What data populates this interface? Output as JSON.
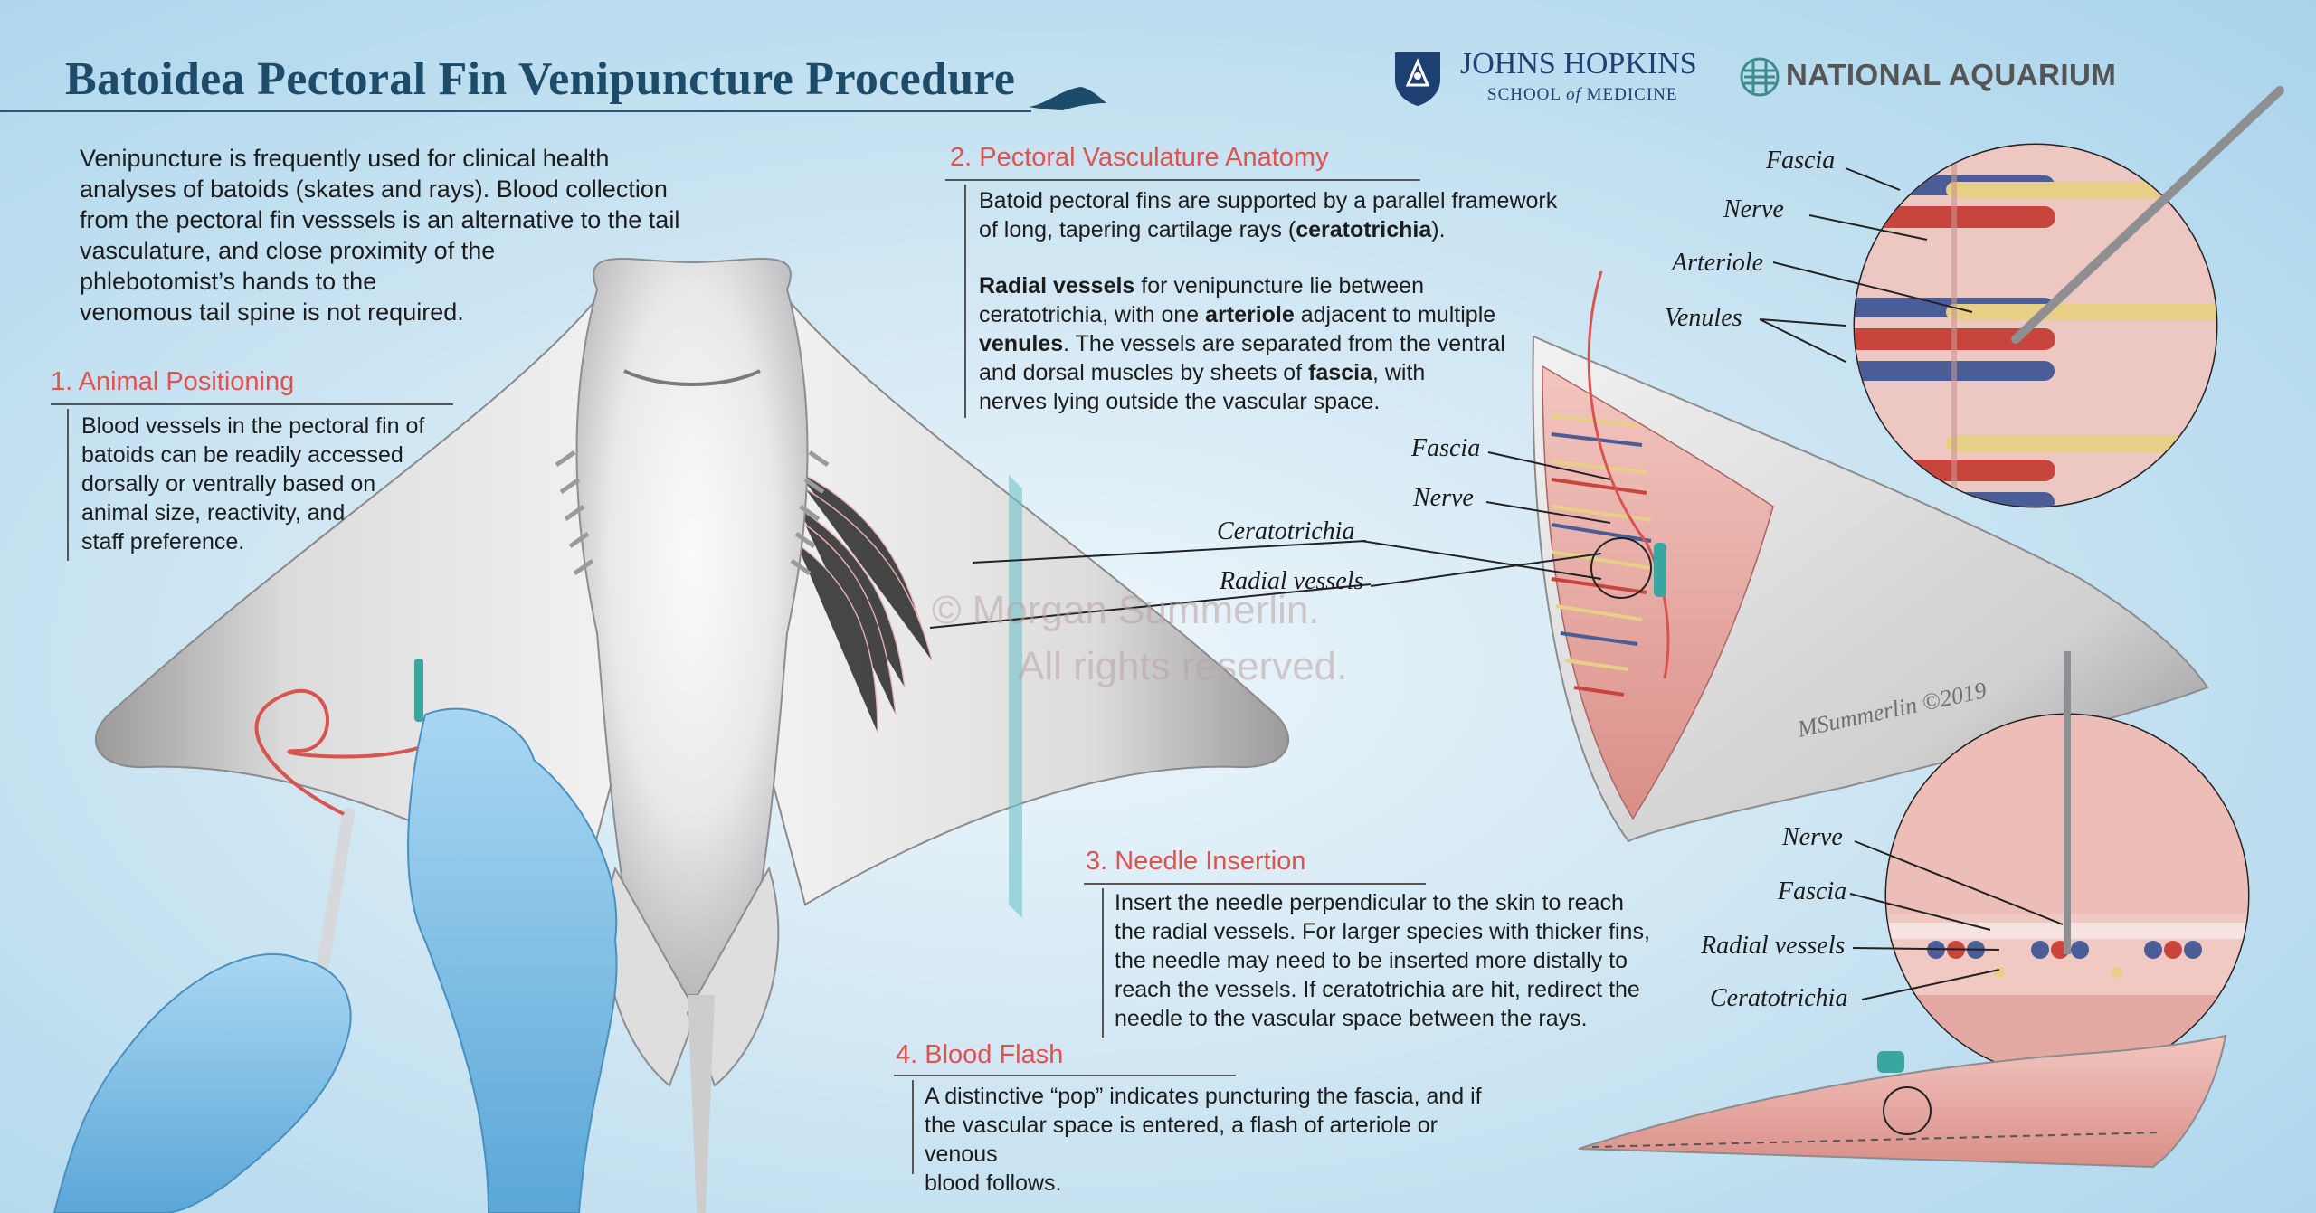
{
  "header": {
    "title": "Batoidea Pectoral Fin Venipuncture Procedure",
    "logo_jh_line1": "JOHNS HOPKINS",
    "logo_jh_line2_a": "SCHOOL",
    "logo_jh_line2_b": "of",
    "logo_jh_line2_c": "MEDICINE",
    "logo_na": "NATIONAL AQUARIUM"
  },
  "intro": {
    "lines": [
      "Venipuncture is frequently used for clinical health",
      "analyses of batoids (skates and rays). Blood collection",
      "from the pectoral fin vesssels is an alternative to the tail",
      "vasculature, and close proximity of the",
      "phlebotomist’s hands to the",
      "venomous tail spine is not required."
    ]
  },
  "sections": {
    "s1": {
      "heading": "1. Animal Positioning",
      "lines": [
        "Blood vessels in the pectoral fin of",
        "batoids can be readily accessed",
        "dorsally or ventrally based on",
        "animal size, reactivity, and",
        "staff preference."
      ]
    },
    "s2": {
      "heading": "2. Pectoral Vasculature Anatomy",
      "p1_l1": "Batoid pectoral fins are supported by a parallel framework",
      "p1_l2_a": "of long, tapering cartilage rays (",
      "p1_l2_b": "ceratotrichia",
      "p1_l2_c": ").",
      "p2_l1_a": "Radial vessels",
      "p2_l1_b": " for venipuncture lie between",
      "p2_l2_a": "ceratotrichia, with one ",
      "p2_l2_b": "arteriole",
      "p2_l2_c": " adjacent to multiple",
      "p2_l3_a": "venules",
      "p2_l3_b": ". The vessels are separated from the ventral",
      "p2_l4_a": "and dorsal muscles by sheets of ",
      "p2_l4_b": "fascia",
      "p2_l4_c": ", with",
      "p2_l5": "nerves lying outside the vascular space."
    },
    "s3": {
      "heading": "3. Needle Insertion",
      "lines": [
        "Insert the needle perpendicular to the skin to reach",
        "the radial vessels. For larger species with thicker fins,",
        "the needle may need to be inserted more distally to",
        "reach the vessels. If ceratotrichia are hit, redirect the",
        "needle to the vascular space between the rays."
      ]
    },
    "s4": {
      "heading": "4. Blood Flash",
      "lines": [
        "A distinctive “pop” indicates puncturing the fascia, and if",
        "the vascular space is entered, a flash of arteriole or venous",
        "blood follows."
      ]
    }
  },
  "labels": {
    "ray_ceratotrichia": "Ceratotrichia",
    "ray_radial": "Radial vessels",
    "fin_fascia": "Fascia",
    "fin_nerve": "Nerve",
    "circle_fascia": "Fascia",
    "circle_nerve": "Nerve",
    "circle_arteriole": "Arteriole",
    "circle_venules": "Venules",
    "cross_nerve": "Nerve",
    "cross_fascia": "Fascia",
    "cross_radial": "Radial vessels",
    "cross_ceratotrichia": "Ceratotrichia"
  },
  "watermark": {
    "line1": "© Morgan Summerlin.",
    "line2": "All rights reserved.",
    "signature": "MSummerlin ©2019"
  },
  "colors": {
    "title": "#1d4c6b",
    "heading": "#e0524f",
    "arteriole": "#c8453e",
    "venule": "#4a5d96",
    "nerve": "#e7cf86",
    "glove": "#86c3e6",
    "fin_muscle": "#e9b3ad"
  }
}
